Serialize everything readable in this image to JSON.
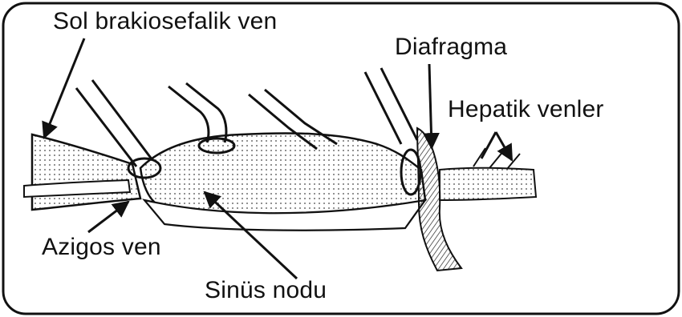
{
  "labels": {
    "brachiocephalic": "Sol brakiosefalik ven",
    "diaphragm": "Diafragma",
    "hepatic": "Hepatik venler",
    "azygos": "Azigos ven",
    "sinus_node": "Sinüs nodu"
  },
  "colors": {
    "ink": "#111111",
    "paper": "#ffffff",
    "shade": "#555555"
  }
}
